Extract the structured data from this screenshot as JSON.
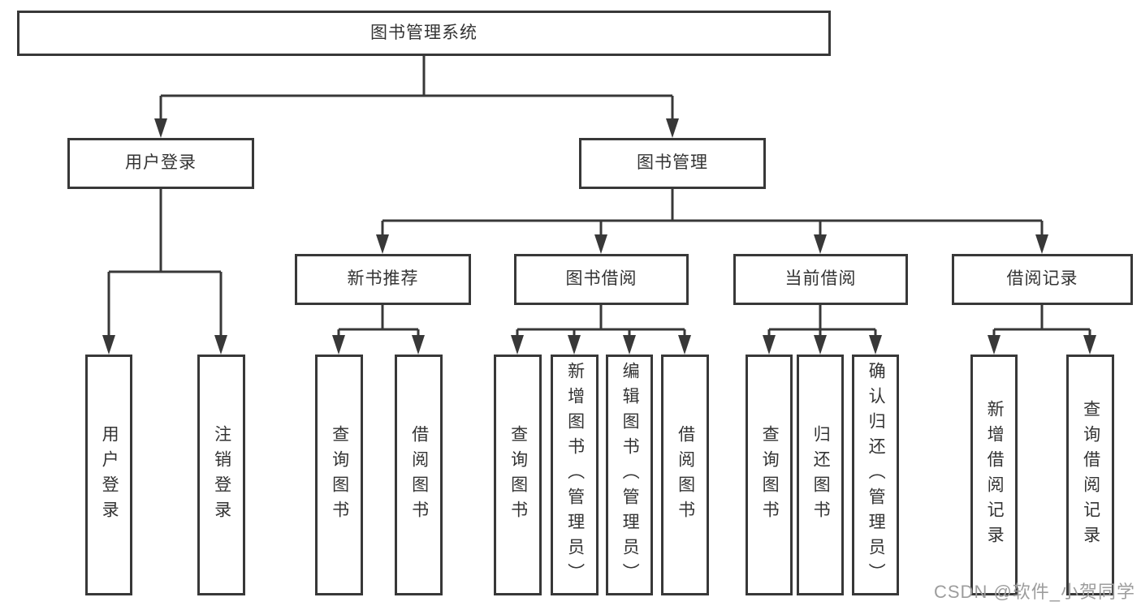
{
  "diagram_title": "图书管理系统",
  "tree": {
    "label": "图书管理系统",
    "children": [
      {
        "label": "用户登录",
        "children": [
          {
            "label": "用户登录"
          },
          {
            "label": "注销登录"
          }
        ]
      },
      {
        "label": "图书管理",
        "children": [
          {
            "label": "新书推荐",
            "children": [
              {
                "label": "查询图书"
              },
              {
                "label": "借阅图书"
              }
            ]
          },
          {
            "label": "图书借阅",
            "children": [
              {
                "label": "查询图书"
              },
              {
                "label": "新增图书（管理员）"
              },
              {
                "label": "编辑图书（管理员）"
              },
              {
                "label": "借阅图书"
              }
            ]
          },
          {
            "label": "当前借阅",
            "children": [
              {
                "label": "查询图书"
              },
              {
                "label": "归还图书"
              },
              {
                "label": "确认归还（管理员）"
              }
            ]
          },
          {
            "label": "借阅记录",
            "children": [
              {
                "label": "新增借阅记录"
              },
              {
                "label": "查询借阅记录"
              }
            ]
          }
        ]
      }
    ]
  },
  "watermark": "CSDN @软件_小贺同学",
  "colors": {
    "line": "#383838",
    "box_border": "#383838",
    "box_fill": "#ffffff",
    "text": "#333333",
    "watermark": "#9d9d9d",
    "background": "#ffffff"
  }
}
